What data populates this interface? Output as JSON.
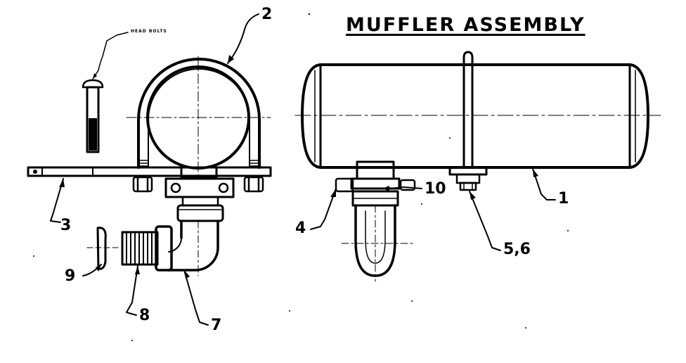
{
  "title": "MUFFLER ASSEMBLY",
  "note": "HEAD BOLTS",
  "callouts": {
    "c1": "1",
    "c2": "2",
    "c3": "3",
    "c4": "4",
    "c56": "5,6",
    "c7": "7",
    "c8": "8",
    "c9": "9",
    "c10": "10"
  },
  "colors": {
    "ink": "#000000",
    "paper": "#ffffff"
  }
}
